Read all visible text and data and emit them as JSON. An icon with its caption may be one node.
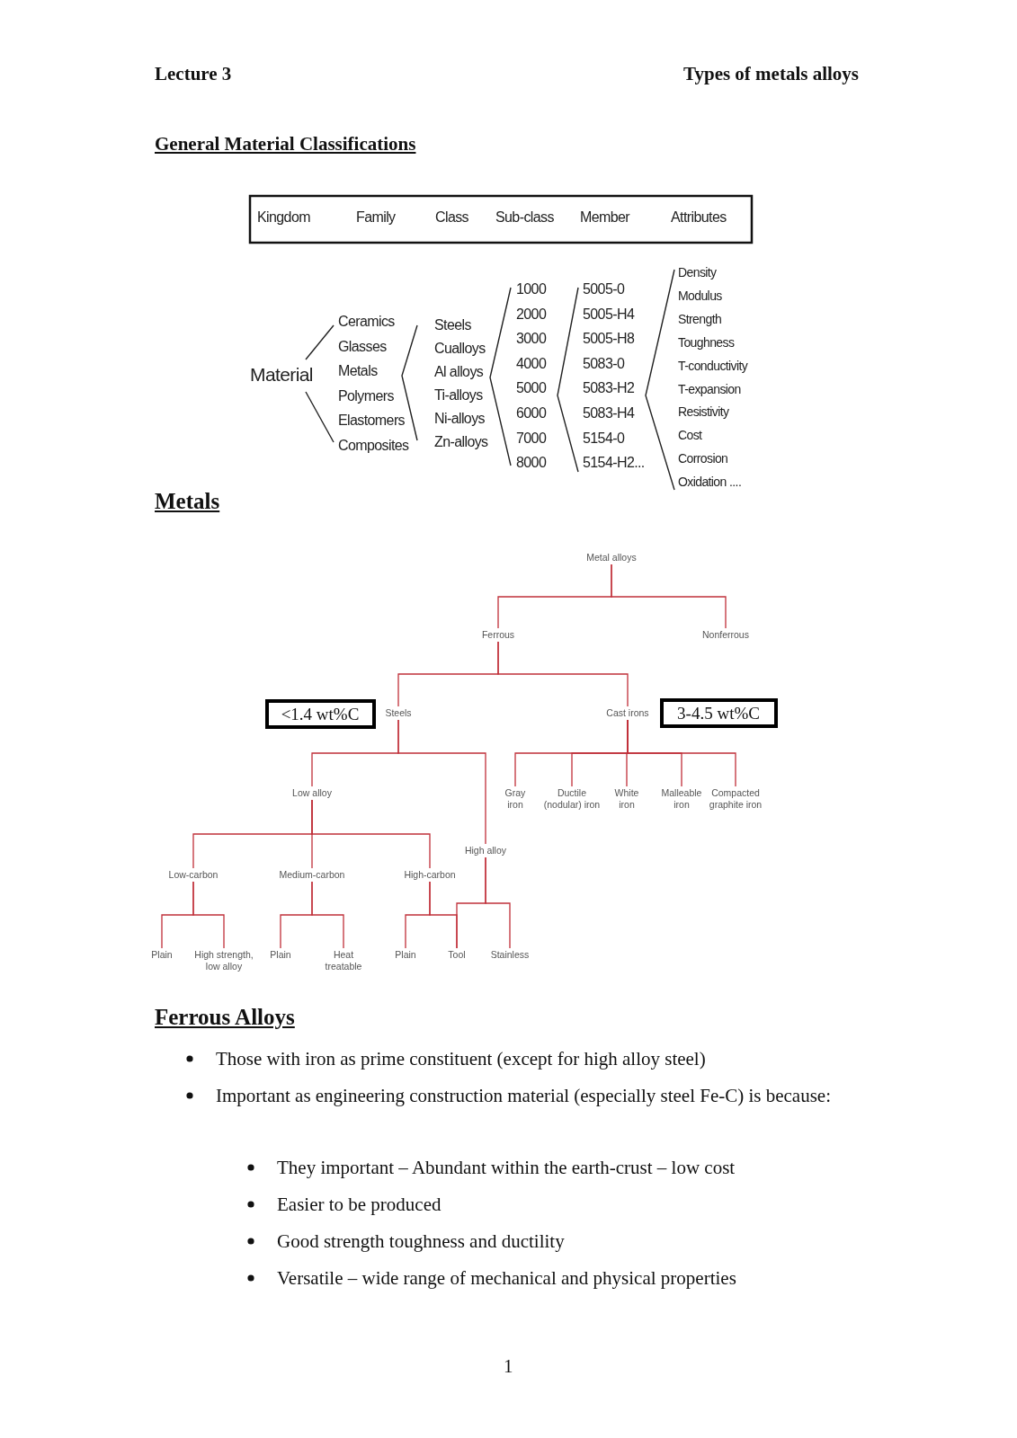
{
  "diagram": {
    "nodes": [
      {
        "text": [
          "Metal alloys"
        ]
      },
      {
        "text": [
          "Ferrous"
        ]
      },
      {
        "text": [
          "Nonferrous"
        ]
      },
      {
        "text": [
          "<1.4 wt%C"
        ]
      },
      {
        "text": [
          "Steels"
        ]
      },
      {
        "text": [
          "Cast irons"
        ]
      },
      {
        "text": [
          "3-4.5 wt%C"
        ]
      },
      {
        "text": [
          "Low alloy"
        ]
      },
      {
        "text": [
          "Gray iron"
        ]
      },
      {
        "text": [
          "Ductile (nodular) iron"
        ]
      },
      {
        "text": [
          "White iron"
        ]
      },
      {
        "text": [
          "Malleable iron"
        ]
      },
      {
        "text": [
          "Compacted graphite iron"
        ]
      },
      {
        "text": [
          "High alloy"
        ]
      },
      {
        "text": [
          "Low-carbon"
        ]
      },
      {
        "text": [
          "Medium-carbon"
        ]
      },
      {
        "text": [
          "High-carbon"
        ]
      },
      {
        "text": [
          "Plain"
        ]
      },
      {
        "text": [
          "High strength, low alloy"
        ]
      },
      {
        "text": [
          "Plain"
        ]
      },
      {
        "text": [
          "Heat treatable"
        ]
      },
      {
        "text": [
          "Plain"
        ]
      },
      {
        "text": [
          "Tool"
        ]
      },
      {
        "text": [
          "Stainless"
        ]
      }
    ],
    "edges": [
      {
        "from": 0,
        "to": 1,
        "arrow": "none"
      },
      {
        "from": 0,
        "to": 2,
        "arrow": "none"
      },
      {
        "from": 1,
        "to": 4,
        "arrow": "none"
      },
      {
        "from": 1,
        "to": 5,
        "arrow": "none"
      },
      {
        "from": 4,
        "to": 7,
        "arrow": "none"
      },
      {
        "from": 4,
        "to": 13,
        "arrow": "none"
      },
      {
        "from": 5,
        "to": 8,
        "arrow": "none"
      },
      {
        "from": 5,
        "to": 9,
        "arrow": "none"
      },
      {
        "from": 5,
        "to": 10,
        "arrow": "none"
      },
      {
        "from": 5,
        "to": 11,
        "arrow": "none"
      },
      {
        "from": 5,
        "to": 12,
        "arrow": "none"
      },
      {
        "from": 7,
        "to": 14,
        "arrow": "none"
      },
      {
        "from": 7,
        "to": 15,
        "arrow": "none"
      },
      {
        "from": 7,
        "to": 16,
        "arrow": "none"
      },
      {
        "from": 14,
        "to": 17,
        "arrow": "none"
      },
      {
        "from": 14,
        "to": 18,
        "arrow": "none"
      },
      {
        "from": 15,
        "to": 19,
        "arrow": "none"
      },
      {
        "from": 15,
        "to": 20,
        "arrow": "none"
      },
      {
        "from": 16,
        "to": 21,
        "arrow": "none"
      },
      {
        "from": 16,
        "to": 22,
        "arrow": "none"
      },
      {
        "from": 13,
        "to": 22,
        "arrow": "none"
      },
      {
        "from": 13,
        "to": 23,
        "arrow": "none"
      }
    ],
    "labels": [
      "Lecture 3",
      "Types of metals alloys",
      "General Material Classifications",
      "Kingdom",
      "Family",
      "Class",
      "Sub-class",
      "Member",
      "Attributes",
      "Material",
      "Ceramics",
      "Glasses",
      "Metals",
      "Polymers",
      "Elastomers",
      "Composites",
      "Steels",
      "Cualloys",
      "Al alloys",
      "Ti-alloys",
      "Ni-alloys",
      "Zn-alloys",
      "1000",
      "2000",
      "3000",
      "4000",
      "5000",
      "6000",
      "7000",
      "8000",
      "5005-0",
      "5005-H4",
      "5005-H8",
      "5083-0",
      "5083-H2",
      "5083-H4",
      "5154-0",
      "5154-H2...",
      "Density",
      "Modulus",
      "Strength",
      "Toughness",
      "T-conductivity",
      "T-expansion",
      "Resistivity",
      "Cost",
      "Corrosion",
      "Oxidation ....",
      "Metals",
      "Ferrous Alloys",
      "Those with iron as prime constituent (except for high alloy steel)",
      "Important as engineering construction material (especially steel Fe-C) is because:",
      "They important – Abundant within the earth-crust – low cost",
      "Easier to be produced",
      "Good strength toughness and ductility",
      "Versatile – wide range of mechanical and physical properties",
      "1"
    ]
  }
}
